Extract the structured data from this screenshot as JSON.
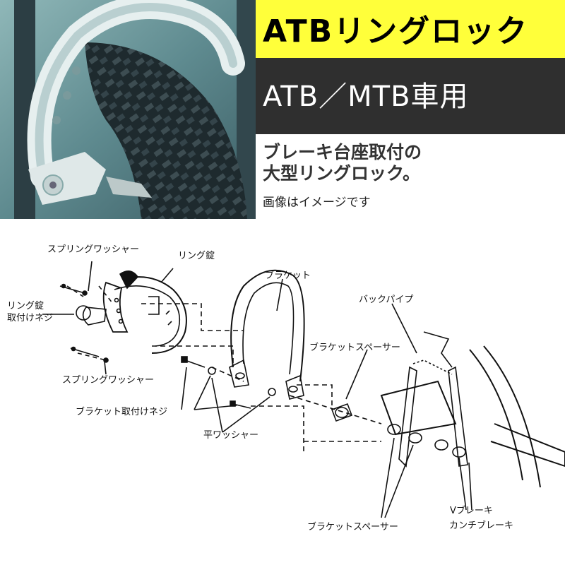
{
  "header": {
    "title": "ATBリングロック",
    "subtitle": "ATB／MTB車用",
    "description_line1": "ブレーキ台座取付の",
    "description_line2": "大型リングロック。",
    "image_note": "画像はイメージです"
  },
  "diagram": {
    "labels": {
      "spring_washer_top": "スプリングワッシャー",
      "ring_lock": "リング錠",
      "ring_lock_screw_1": "リング錠",
      "ring_lock_screw_2": "取付けネジ",
      "bracket": "ブラケット",
      "back_pipe": "バックパイプ",
      "bracket_spacer_top": "ブラケットスペーサー",
      "spring_washer_bottom": "スプリングワッシャー",
      "bracket_screw": "ブラケット取付けネジ",
      "flat_washer": "平ワッシャー",
      "bracket_spacer_bottom": "ブラケットスペーサー",
      "v_brake": "Vブレーキ",
      "cantilever_brake": "カンチブレーキ"
    }
  },
  "colors": {
    "title_band": "#ffff3a",
    "subtitle_band": "#2f2f2f",
    "photo_tone": "#6f9a9e"
  }
}
